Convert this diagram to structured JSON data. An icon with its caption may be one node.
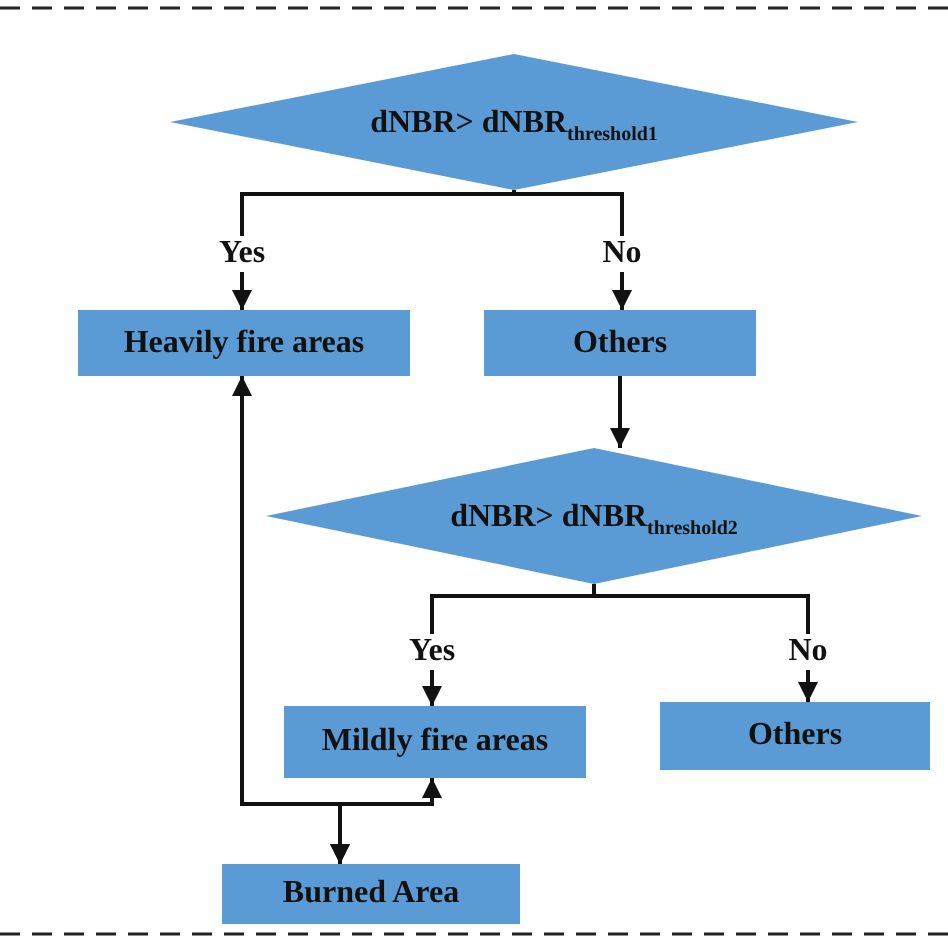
{
  "diagram": {
    "nodes": [
      {
        "text": [
          "dNBR> dNBR$_{threshold1}$"
        ]
      },
      {
        "text": [
          "Heavily fire areas"
        ]
      },
      {
        "text": [
          "Others"
        ]
      },
      {
        "text": [
          "dNBR> dNBR$_{threshold2}$"
        ]
      },
      {
        "text": [
          "Mildly fire areas"
        ]
      },
      {
        "text": [
          "Others"
        ]
      },
      {
        "text": [
          "Burned Area"
        ]
      }
    ],
    "edges": [
      {
        "from": 0,
        "to": 1,
        "arrow": "to",
        "label": "Yes"
      },
      {
        "from": 0,
        "to": 2,
        "arrow": "to",
        "label": "No"
      },
      {
        "from": 2,
        "to": 3,
        "arrow": "to"
      },
      {
        "from": 3,
        "to": 4,
        "arrow": "to",
        "label": "Yes"
      },
      {
        "from": 3,
        "to": 5,
        "arrow": "to",
        "label": "No"
      },
      {
        "from": 1,
        "to": 6,
        "arrow": "both"
      },
      {
        "from": 4,
        "to": 6,
        "arrow": "both"
      }
    ]
  }
}
